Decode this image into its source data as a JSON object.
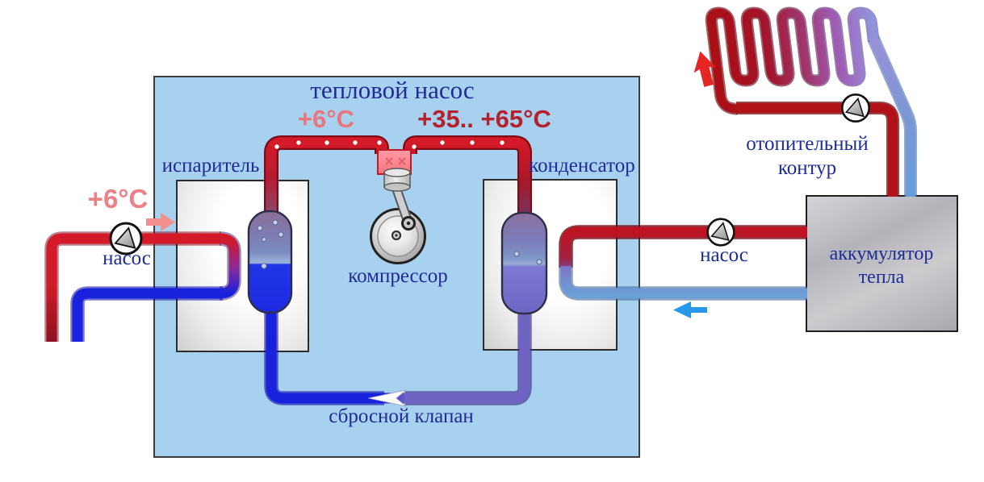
{
  "diagram": {
    "title": "тепловой насос",
    "temperatures": {
      "evaporator_side": "+6°C",
      "condenser_side": "+35.. +65°C",
      "source_inlet": "+6°C"
    },
    "labels": {
      "evaporator": "испаритель",
      "condenser": "конденсатор",
      "compressor": "компрессор",
      "relief_valve": "сбросной клапан",
      "source_pump": "насос",
      "heating_pump": "насос",
      "heating_circuit_line1": "отопительный",
      "heating_circuit_line2": "контур",
      "heat_accumulator_line1": "аккумулятор",
      "heat_accumulator_line2": "тепла"
    },
    "colors": {
      "panel_background": "#a7d1ef",
      "hot_pipe": "#d41a28",
      "cold_pipe": "#1822dc",
      "warm_refrigerant_pipe": "#6f64c4",
      "water_return_pipe": "#6b9fd6",
      "heating_coil_start": "#ab1016",
      "heating_coil_end": "#9092da",
      "label_text": "#1f2c96",
      "temp_low_text": "#e8767c",
      "temp_high_text": "#b5212d"
    }
  }
}
